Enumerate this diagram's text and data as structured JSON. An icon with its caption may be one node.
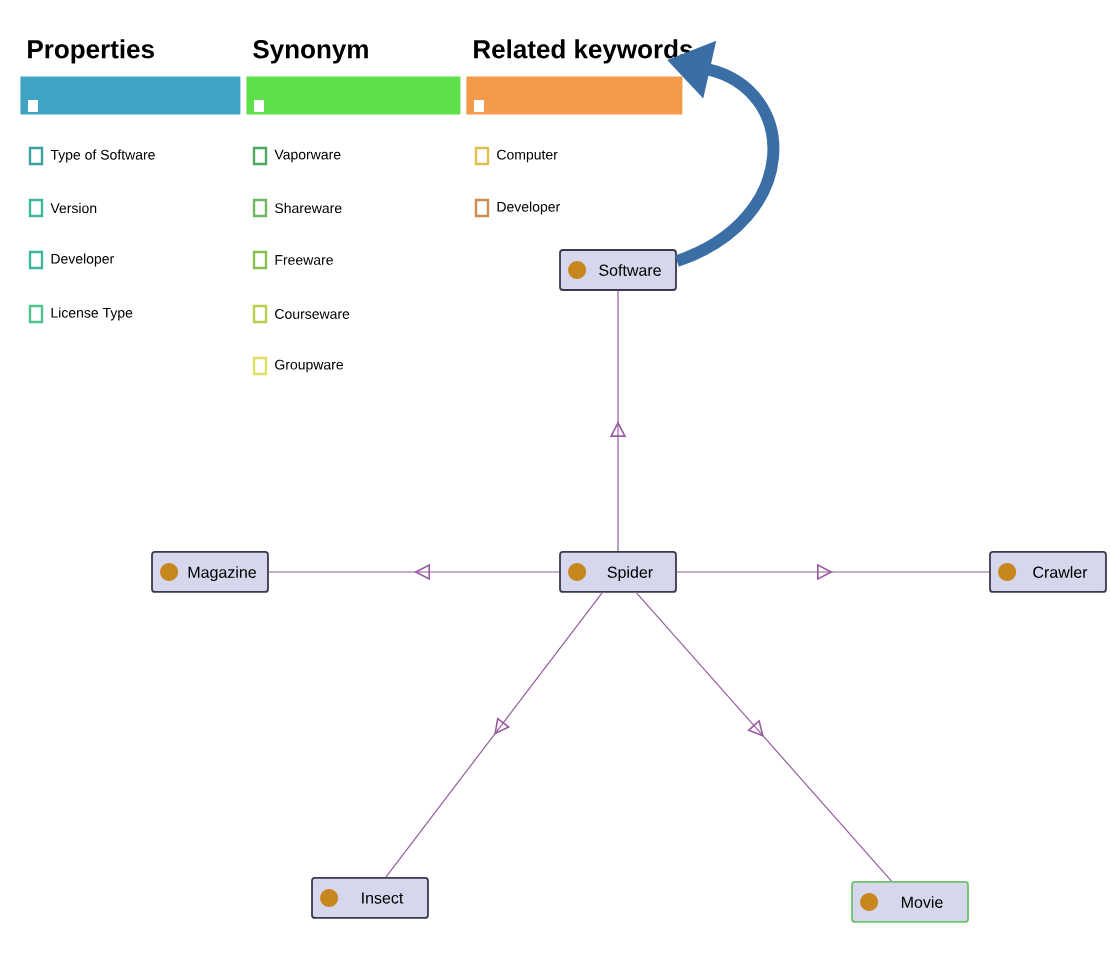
{
  "diagram": {
    "nodes": [
      {
        "text": [
          "Properties"
        ]
      },
      {
        "text": [
          "Synonym"
        ]
      },
      {
        "text": [
          "Related keywords"
        ]
      },
      {
        "text": [
          "Software"
        ]
      },
      {
        "text": [
          "Magazine"
        ]
      },
      {
        "text": [
          "Spider"
        ]
      },
      {
        "text": [
          "Crawler"
        ]
      },
      {
        "text": [
          "Insect"
        ]
      },
      {
        "text": [
          "Movie"
        ]
      }
    ],
    "edges": [
      {
        "from": 3,
        "to": 2,
        "arrow": "to",
        "style": "thick",
        "color": "#3a6ea5"
      },
      {
        "from": 5,
        "to": 3,
        "arrow": "to"
      },
      {
        "from": 5,
        "to": 4,
        "arrow": "to"
      },
      {
        "from": 5,
        "to": 6,
        "arrow": "to"
      },
      {
        "from": 5,
        "to": 7,
        "arrow": "to"
      },
      {
        "from": 5,
        "to": 8,
        "arrow": "to"
      }
    ],
    "labels": [
      "Type of Software",
      "Version",
      "Developer",
      "License Type",
      "Vaporware",
      "Shareware",
      "Freeware",
      "Courseware",
      "Groupware",
      "Computer",
      "Developer"
    ]
  }
}
